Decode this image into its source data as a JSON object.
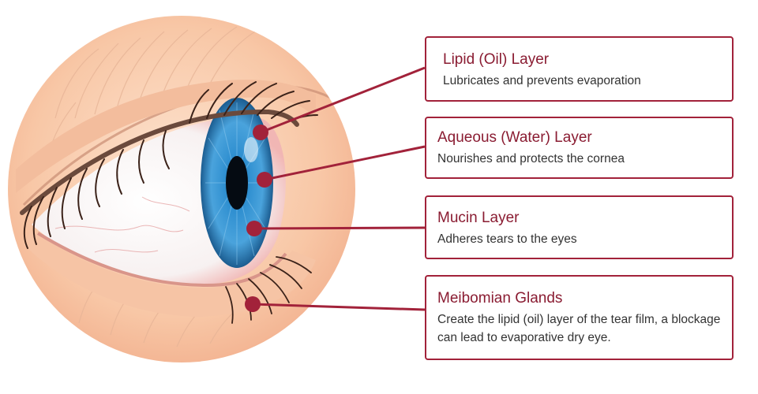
{
  "callouts": [
    {
      "title": "Lipid (Oil) Layer",
      "description": "Lubricates and prevents evaporation"
    },
    {
      "title": "Aqueous (Water) Layer",
      "description": "Nourishes and protects the cornea"
    },
    {
      "title": "Mucin Layer",
      "description": "Adheres tears to the eyes"
    },
    {
      "title": "Meibomian Glands",
      "description": "Create the lipid (oil) layer of the tear film, a blockage can lead to evaporative dry eye."
    }
  ],
  "colors": {
    "accent": "#a2223a",
    "title": "#8a1c32",
    "skin": "#f9c9a8",
    "iris": "#2a7fc0"
  }
}
